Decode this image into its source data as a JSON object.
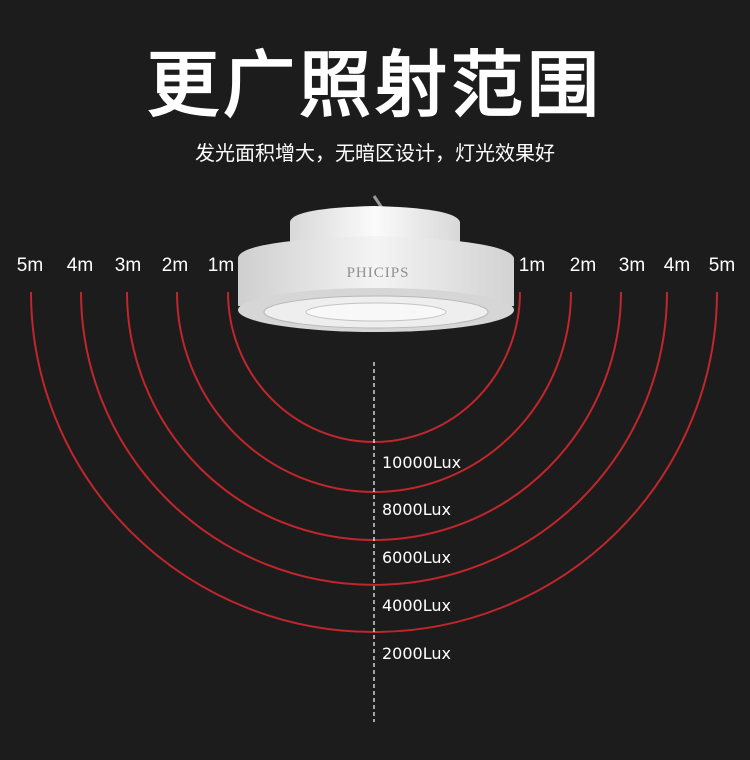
{
  "header": {
    "title": "更广照射范围",
    "subtitle": "发光面积增大，无暗区设计，灯光效果好"
  },
  "lamp": {
    "brand": "PHICIPS"
  },
  "distance_labels": {
    "left": [
      "5m",
      "4m",
      "3m",
      "2m",
      "1m"
    ],
    "right": [
      "1m",
      "2m",
      "3m",
      "4m",
      "5m"
    ]
  },
  "lux_labels": [
    "10000Lux",
    "8000Lux",
    "6000Lux",
    "4000Lux",
    "2000Lux"
  ],
  "colors": {
    "background": "#1c1c1c",
    "ring": "#c0262c",
    "text": "#ffffff"
  }
}
